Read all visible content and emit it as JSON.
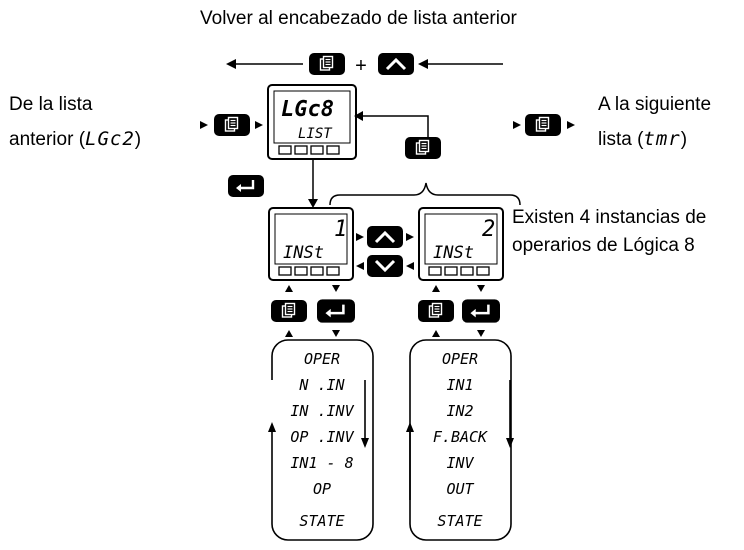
{
  "header": {
    "title": "Volver al encabezado de lista anterior"
  },
  "left_note": {
    "line1": "De la lista",
    "line2_prefix": "anterior (",
    "line2_code": "LGc2",
    "line2_suffix": ")"
  },
  "right_note": {
    "line1": "A la siguiente",
    "line2_prefix": "lista (",
    "line2_code": "tmr",
    "line2_suffix": ")"
  },
  "instances_note": {
    "line1": "Existen 4 instancias de",
    "line2": "operarios de Lógica 8"
  },
  "top_display": {
    "line1": "LGc8",
    "line2": "LIST"
  },
  "instance_1": {
    "value": "1",
    "label": "INSt"
  },
  "instance_2": {
    "value": "2",
    "label": "INSt"
  },
  "params_1": [
    "OPER",
    "N .IN",
    "IN .INV",
    "OP .INV",
    "IN1 - 8",
    "OP",
    "STATE"
  ],
  "params_2": [
    "OPER",
    "IN1",
    "IN2",
    "F.BACK",
    "INV",
    "OUT",
    "STATE"
  ],
  "plus_sign": "+",
  "icons": [
    "page-button-icon",
    "up-button-icon",
    "down-button-icon",
    "enter-button-icon"
  ]
}
